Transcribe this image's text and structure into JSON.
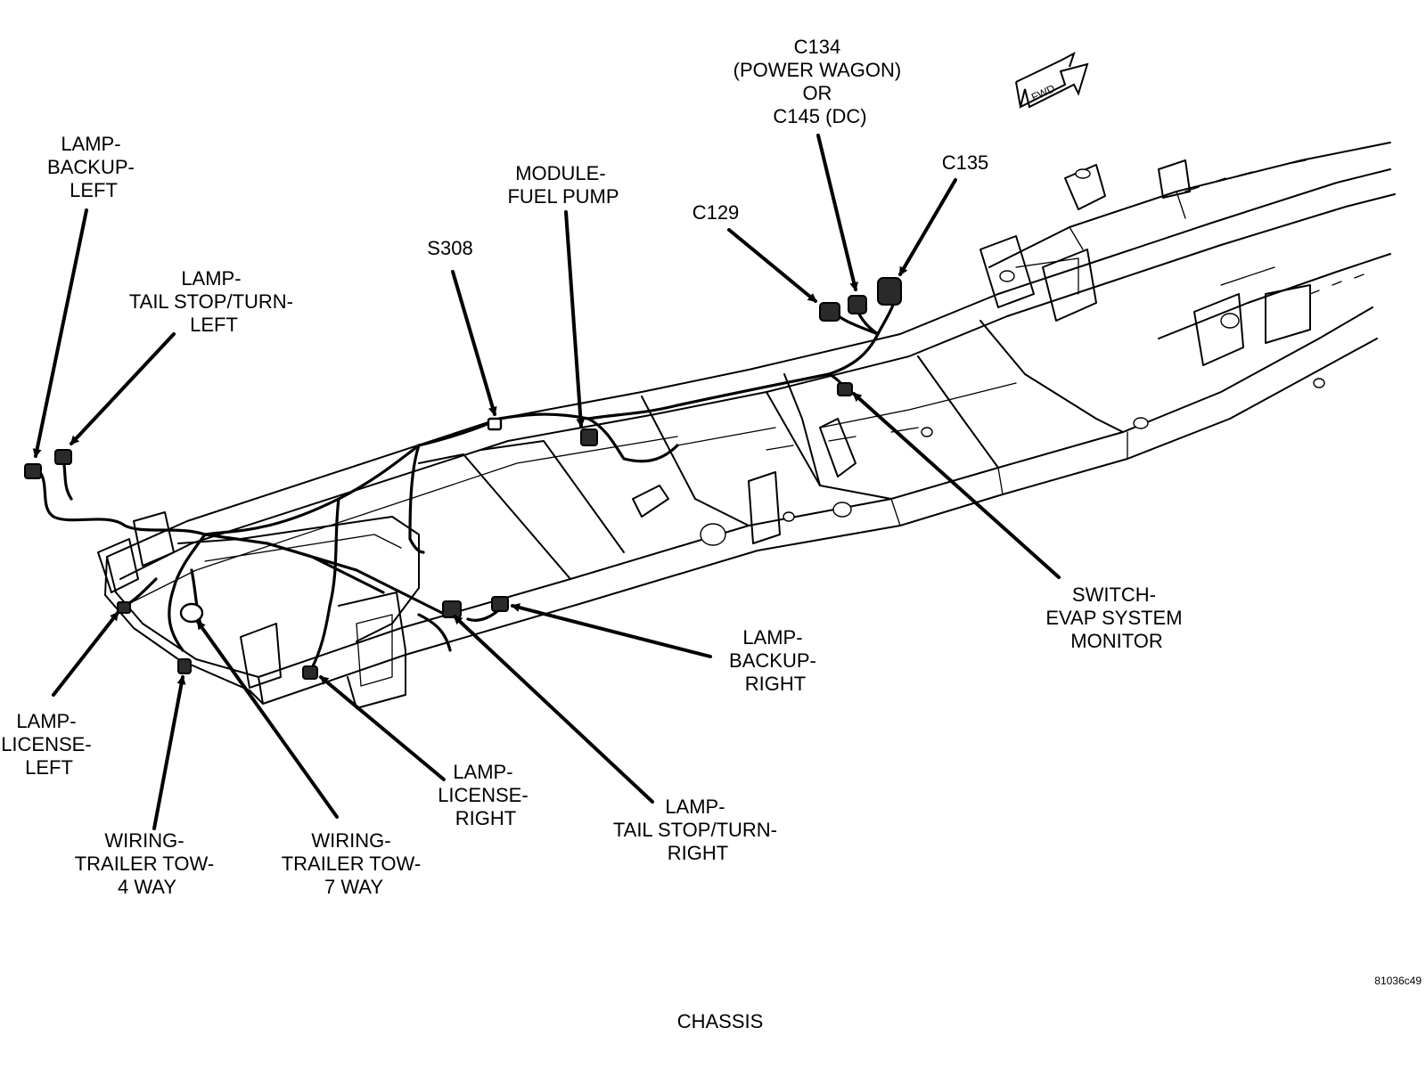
{
  "diagram": {
    "caption": "CHASSIS",
    "figure_id": "81036c49",
    "fwd_label": "FWD",
    "callouts": {
      "c134_power_wagon": [
        "C134",
        "(POWER WAGON)",
        "OR",
        "C145 (DC)"
      ],
      "c135": [
        "C135"
      ],
      "c129": [
        "C129"
      ],
      "module_fuel_pump": [
        "MODULE-",
        "FUEL PUMP"
      ],
      "s308": [
        "S308"
      ],
      "lamp_backup_left": [
        "LAMP-",
        "BACKUP-",
        "LEFT"
      ],
      "lamp_tail_left": [
        "LAMP-",
        "TAIL STOP/TURN-",
        "LEFT"
      ],
      "switch_evap": [
        "SWITCH-",
        "EVAP SYSTEM",
        "MONITOR"
      ],
      "lamp_backup_right": [
        "LAMP-",
        "BACKUP-",
        "RIGHT"
      ],
      "lamp_license_left": [
        "LAMP-",
        "LICENSE-",
        "LEFT"
      ],
      "lamp_license_right": [
        "LAMP-",
        "LICENSE-",
        "RIGHT"
      ],
      "lamp_tail_right": [
        "LAMP-",
        "TAIL STOP/TURN-",
        "RIGHT"
      ],
      "trailer_tow_4": [
        "WIRING-",
        "TRAILER TOW-",
        "4 WAY"
      ],
      "trailer_tow_7": [
        "WIRING-",
        "TRAILER TOW-",
        "7 WAY"
      ]
    }
  }
}
